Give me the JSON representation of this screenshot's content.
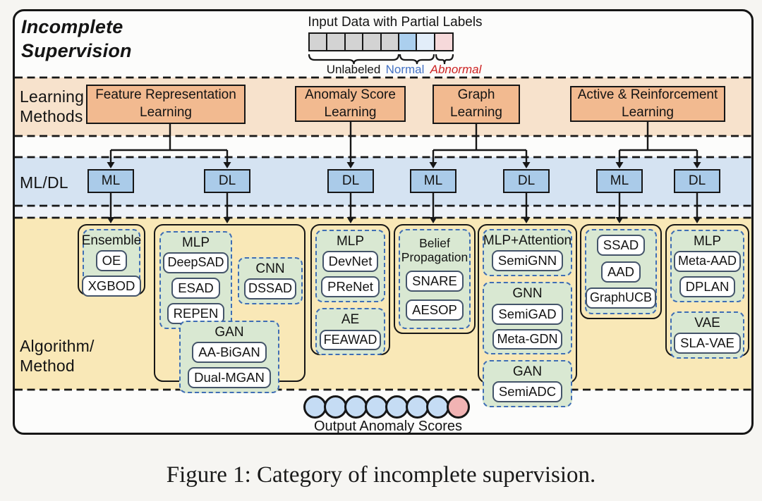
{
  "figure": {
    "caption": "Figure 1: Category of incomplete supervision."
  },
  "bands": {
    "supervision_label": [
      "Incomplete",
      "Supervision"
    ],
    "learning_methods_label": [
      "Learning",
      "Methods"
    ],
    "mldl_label": "ML/DL",
    "algorithm_label": [
      "Algorithm/",
      "Method"
    ]
  },
  "input": {
    "title": "Input Data with Partial Labels",
    "cells": [
      "unlabeled",
      "unlabeled",
      "unlabeled",
      "unlabeled",
      "unlabeled",
      "normal",
      "normal-light",
      "abnormal"
    ],
    "legend": {
      "unlabeled": "Unlabeled",
      "normal": "Normal",
      "abnormal": "Abnormal"
    }
  },
  "learning_methods": [
    {
      "label": "Feature Representation Learning"
    },
    {
      "label": "Anomaly Score Learning"
    },
    {
      "label": "Graph Learning"
    },
    {
      "label": "Active & Reinforcement Learning"
    }
  ],
  "mldl_boxes": [
    "ML",
    "DL",
    "DL",
    "ML",
    "DL",
    "ML",
    "DL"
  ],
  "algorithm": {
    "groups": [
      {
        "subs": [
          {
            "title": "Ensemble",
            "items": [
              "OE",
              "XGBOD"
            ]
          }
        ]
      },
      {
        "subs": [
          {
            "title": "MLP",
            "items": [
              "DeepSAD",
              "ESAD",
              "REPEN"
            ]
          },
          {
            "title": "CNN",
            "items": [
              "DSSAD"
            ]
          },
          {
            "title": "GAN",
            "items": [
              "AA-BiGAN",
              "Dual-MGAN"
            ]
          }
        ]
      },
      {
        "subs": [
          {
            "title": "MLP",
            "items": [
              "DevNet",
              "PReNet"
            ]
          },
          {
            "title": "AE",
            "items": [
              "FEAWAD"
            ]
          }
        ]
      },
      {
        "subs": [
          {
            "title": "Belief Propagation",
            "items": [
              "SNARE",
              "AESOP"
            ]
          }
        ]
      },
      {
        "subs": [
          {
            "title": "MLP+Attention",
            "items": [
              "SemiGNN"
            ]
          },
          {
            "title": "GNN",
            "items": [
              "SemiGAD",
              "Meta-GDN"
            ]
          },
          {
            "title": "GAN",
            "items": [
              "SemiADC"
            ]
          }
        ]
      },
      {
        "subs": [
          {
            "title": "",
            "items": [
              "SSAD",
              "AAD",
              "GraphUCB"
            ]
          }
        ]
      },
      {
        "subs": [
          {
            "title": "MLP",
            "items": [
              "Meta-AAD",
              "DPLAN"
            ]
          },
          {
            "title": "VAE",
            "items": [
              "SLA-VAE"
            ]
          }
        ]
      }
    ]
  },
  "output": {
    "label": "Output Anomaly Scores",
    "circles": [
      "normal",
      "normal",
      "normal",
      "normal",
      "normal",
      "normal",
      "normal",
      "abnormal"
    ]
  },
  "colors": {
    "band_learning": "#f7e2cc",
    "box_learning": "#f2ba90",
    "band_mldl": "#d5e3f2",
    "box_mldl": "#aacbe9",
    "band_algorithm": "#f9e8b7",
    "sub_green": "#d9e8d2",
    "sub_border_blue": "#3f6eb5",
    "pill_border": "#44546a",
    "cell_gray": "#d3d3d3",
    "cell_normal": "#abcfee",
    "cell_normal_light": "#e2edf9",
    "cell_abnormal": "#f6d9da",
    "circle_normal": "#c5dcf4",
    "circle_abnormal": "#f1b3b3",
    "legend_normal_text": "#4472c4",
    "legend_abnormal_text": "#cc2222"
  }
}
